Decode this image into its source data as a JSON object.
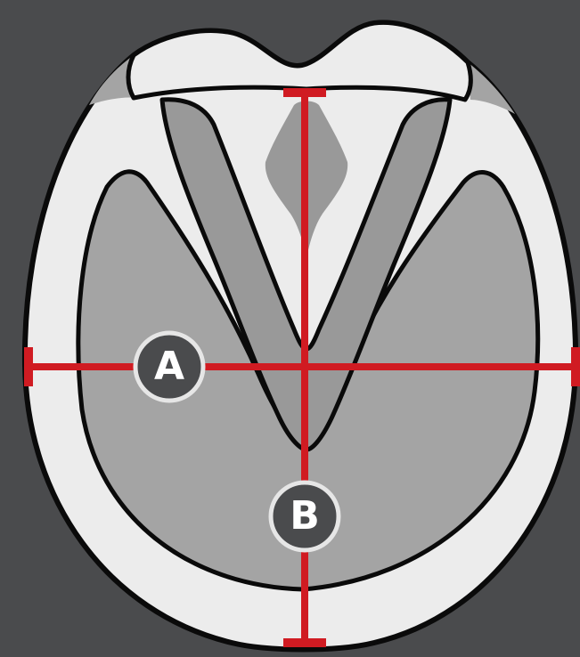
{
  "diagram": {
    "colors": {
      "background": "#4a4b4d",
      "hoof_wall": "#ececec",
      "sole": "#a4a4a4",
      "frog": "#999999",
      "outline": "#0a0a0a",
      "measure_line": "#d01b22",
      "badge_fill": "#4a4b4d",
      "badge_ring": "#e6e6e6",
      "badge_text": "#ffffff"
    },
    "labels": {
      "width": "A",
      "length": "B"
    },
    "icons": {
      "hoof": "hoof-sole-outline"
    }
  }
}
